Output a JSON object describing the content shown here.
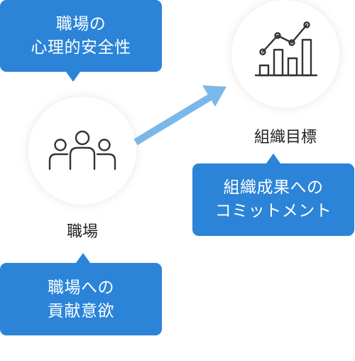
{
  "workplace_safety_bubble": {
    "lines": [
      "職場の",
      "心理的安全性"
    ]
  },
  "workplace_node": {
    "label": "職場",
    "icon": "people-group-icon"
  },
  "workplace_contribution_bubble": {
    "lines": [
      "職場への",
      "貢献意欲"
    ]
  },
  "org_goal_node": {
    "label": "組織目標",
    "icon": "bar-line-chart-icon"
  },
  "org_commitment_bubble": {
    "lines": [
      "組織成果への",
      "コミットメント"
    ]
  },
  "colors": {
    "bubble": "#2b84d8",
    "arrow": "#7ab8e9",
    "icon_stroke": "#333333"
  }
}
